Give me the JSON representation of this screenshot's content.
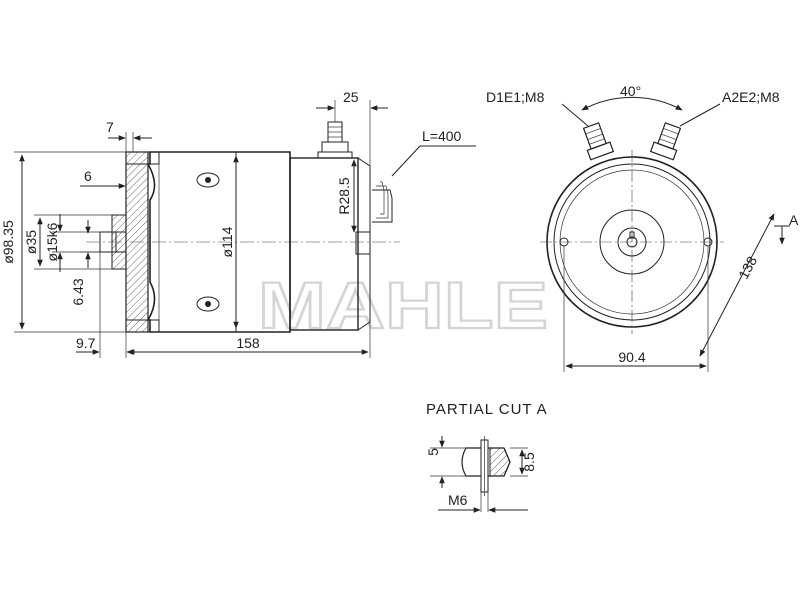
{
  "watermark": "MAHLE",
  "side_view": {
    "dims": {
      "d98_35": "ø98.35",
      "d35": "ø35",
      "d15k6": "ø15k6",
      "d114": "ø114",
      "r28_5": "R28.5",
      "len158": "158",
      "len9_7": "9.7",
      "len7": "7",
      "len6": "6",
      "len6_43": "6.43",
      "len25": "25",
      "cable": "L=400"
    }
  },
  "end_view": {
    "terminal_left": "D1E1;M8",
    "terminal_right": "A2E2;M8",
    "angle": "40°",
    "hole_spacing": "90.4",
    "diameter": "138",
    "section_marker": "A"
  },
  "partial_cut": {
    "title": "PARTIAL CUT A",
    "dim5": "5",
    "dim8_5": "8.5",
    "thread": "M6"
  },
  "colors": {
    "line": "#222222",
    "watermark": "#d4d4d4"
  }
}
